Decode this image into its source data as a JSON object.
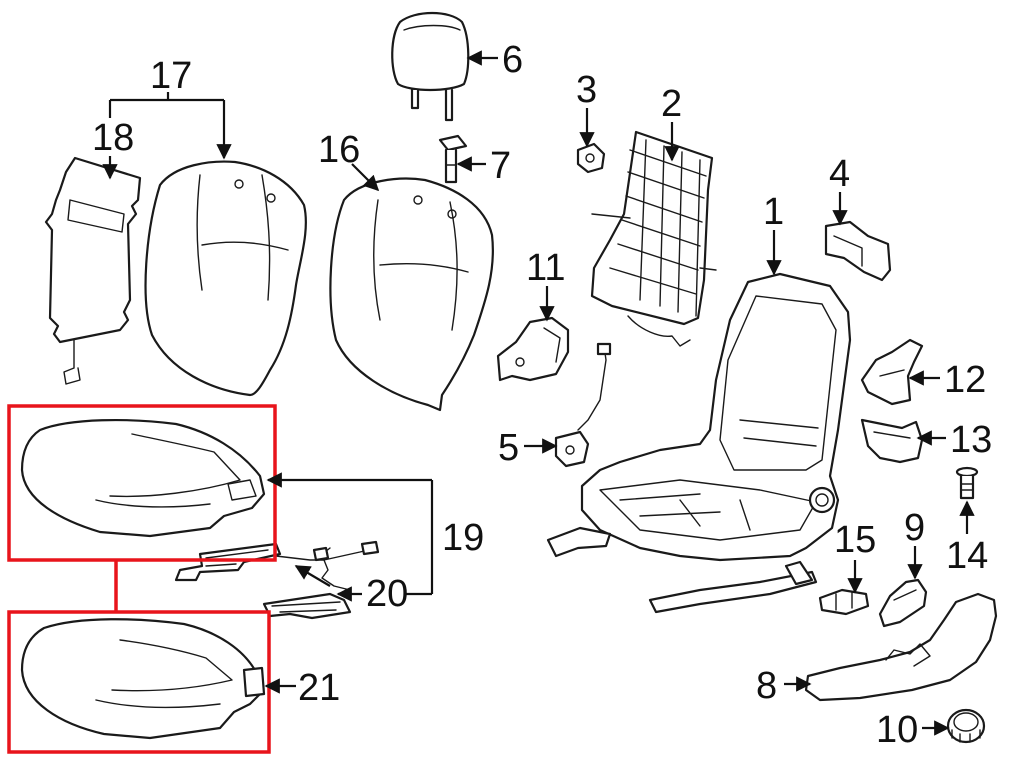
{
  "callouts": {
    "p1": "1",
    "p2": "2",
    "p3": "3",
    "p4": "4",
    "p5": "5",
    "p6": "6",
    "p7": "7",
    "p8": "8",
    "p9": "9",
    "p10": "10",
    "p11": "11",
    "p12": "12",
    "p13": "13",
    "p14": "14",
    "p15": "15",
    "p16": "16",
    "p17": "17",
    "p18": "18",
    "p19": "19",
    "p20": "20",
    "p21": "21"
  },
  "colors": {
    "line": "#1a1a1a",
    "highlight": "#e8141b",
    "background": "#ffffff"
  },
  "highlighted_parts": [
    "19",
    "21"
  ]
}
